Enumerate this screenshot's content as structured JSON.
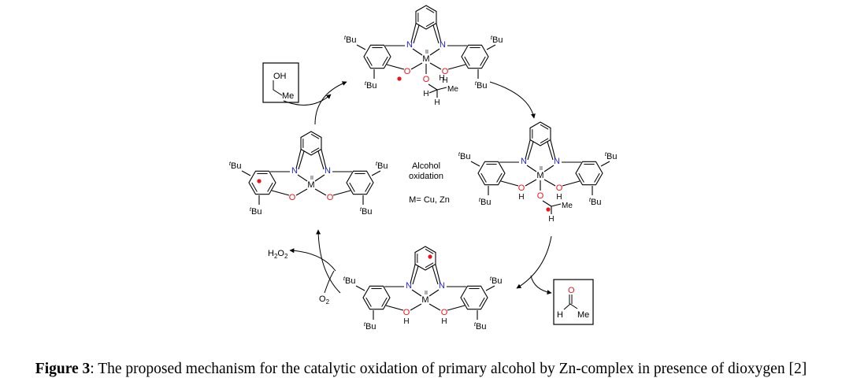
{
  "mechanism_label": {
    "line1": "Alcohol",
    "line2": "oxidation",
    "metals": "M= Cu, Zn"
  },
  "atoms": {
    "N": "N",
    "O": "O",
    "M": "M",
    "H": "H",
    "Me": "Me",
    "OH": "OH",
    "ox": "II"
  },
  "tbu": {
    "prefix": "t",
    "group": "Bu"
  },
  "species": {
    "ethanol": {
      "oh": "OH",
      "me": "Me"
    },
    "acetaldehyde": {
      "o": "O",
      "h": "H",
      "me": "Me"
    },
    "h2o2": {
      "a": "H",
      "b": "2",
      "c": "O",
      "d": "2"
    },
    "o2": {
      "a": "O",
      "b": "2"
    }
  },
  "caption": {
    "label": "Figure 3",
    "text": ": The proposed mechanism for the catalytic oxidation of primary alcohol by Zn-complex in presence of dioxygen [2]"
  },
  "colors": {
    "radical": "#e8141c",
    "nitrogen": "#2323d8",
    "oxygen": "#e8141c",
    "ink": "#000000"
  }
}
